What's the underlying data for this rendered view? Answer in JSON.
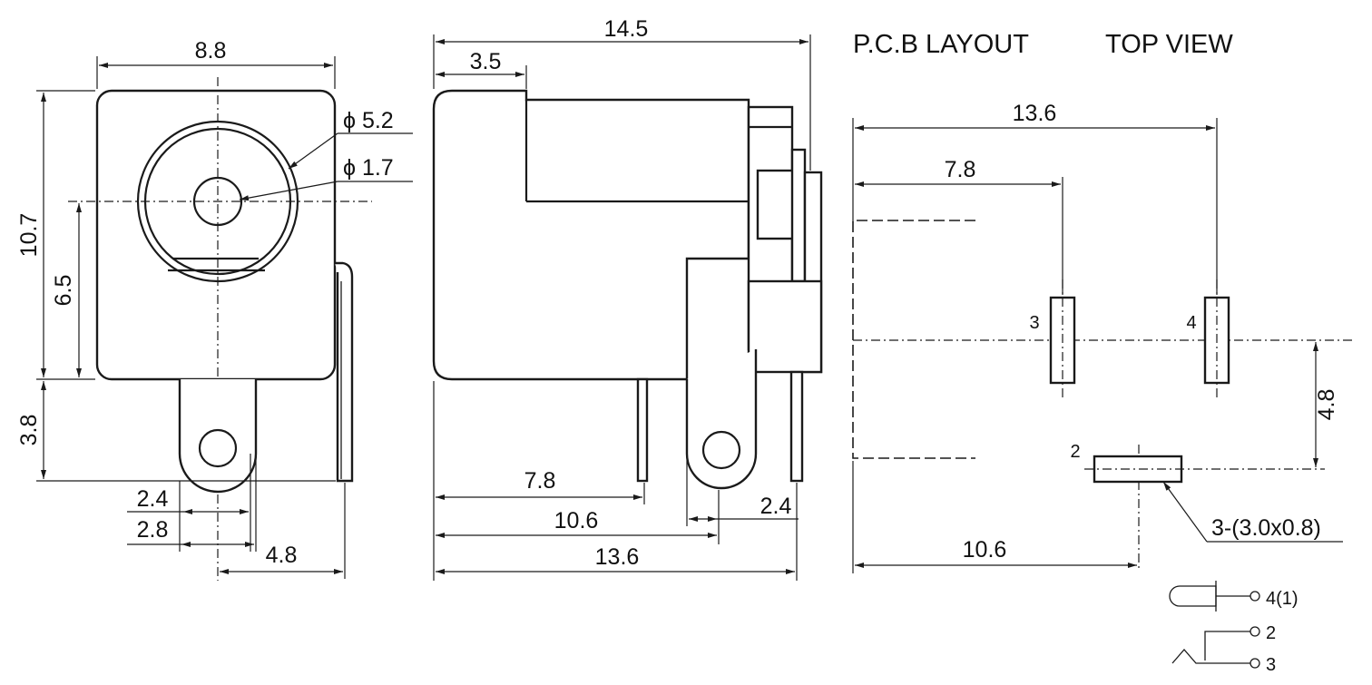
{
  "titles": {
    "pcb_layout": "P.C.B LAYOUT",
    "top_view": "TOP VIEW"
  },
  "front_view": {
    "width": "8.8",
    "height": "10.7",
    "center_height": "6.5",
    "pin_length": "3.8",
    "outer_dia": "ϕ 5.2",
    "inner_dia": "ϕ 1.7",
    "dim_2_4": "2.4",
    "dim_2_8": "2.8",
    "dim_4_8": "4.8"
  },
  "side_view": {
    "overall": "14.5",
    "front": "3.5",
    "pin1": "7.8",
    "pin2": "10.6",
    "pin3": "13.6",
    "pin_width": "2.4"
  },
  "pcb": {
    "span_13_6": "13.6",
    "span_7_8": "7.8",
    "span_10_6": "10.6",
    "offset_4_8": "4.8",
    "pad_3": "3",
    "pad_4": "4",
    "pad_2": "2",
    "slot_note": "3-(3.0x0.8)"
  },
  "schematic": {
    "pin_4_1": "4(1)",
    "pin_2": "2",
    "pin_3": "3"
  }
}
